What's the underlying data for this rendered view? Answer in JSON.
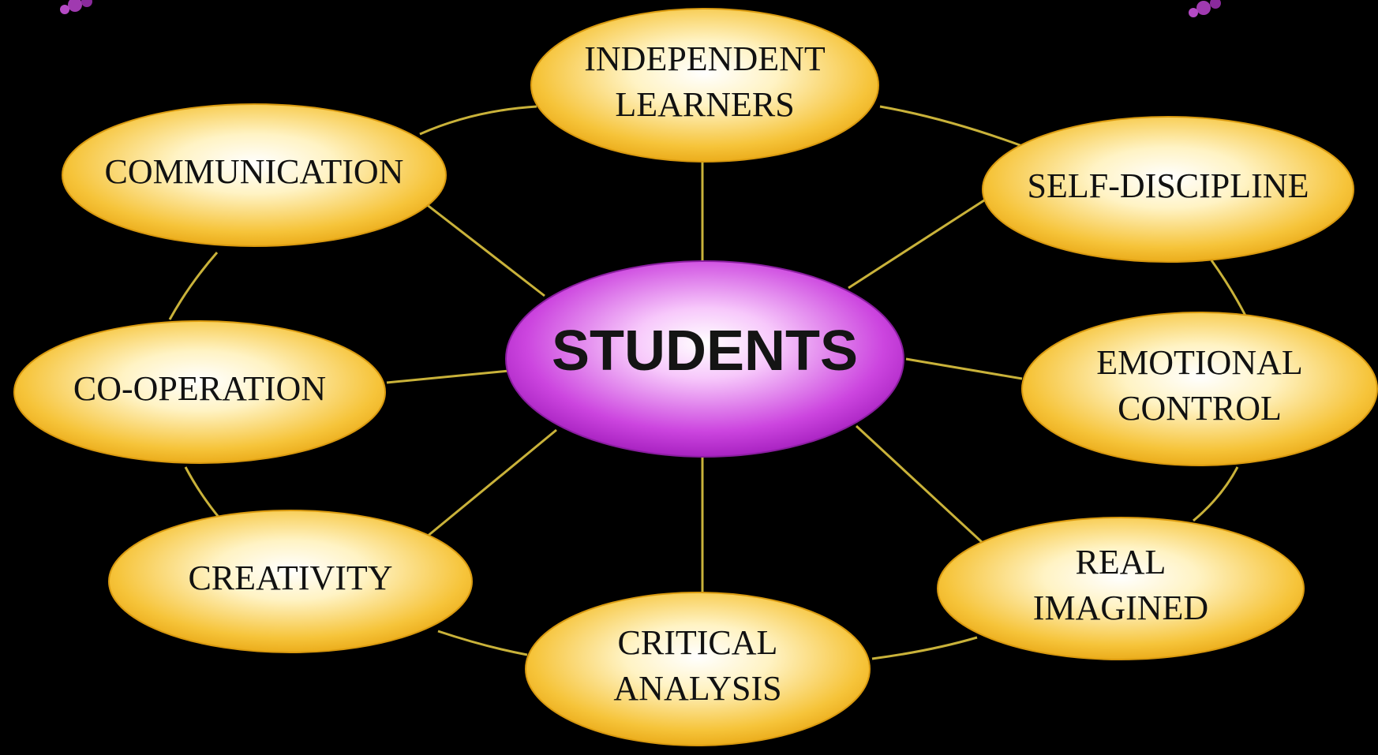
{
  "colors": {
    "background": "#000000",
    "node_fill": "#f5bf2a",
    "center_fill": "#c23ad6",
    "connector": "#c9b23a"
  },
  "center": {
    "label": "STUDENTS"
  },
  "nodes": [
    {
      "id": "independent-learners",
      "lines": [
        "INDEPENDENT",
        "LEARNERS"
      ]
    },
    {
      "id": "self-discipline",
      "lines": [
        "SELF-DISCIPLINE"
      ]
    },
    {
      "id": "emotional-control",
      "lines": [
        "EMOTIONAL",
        "CONTROL"
      ]
    },
    {
      "id": "real-imagined",
      "lines": [
        "REAL",
        "IMAGINED"
      ]
    },
    {
      "id": "critical-analysis",
      "lines": [
        "CRITICAL",
        "ANALYSIS"
      ]
    },
    {
      "id": "creativity",
      "lines": [
        "CREATIVITY"
      ]
    },
    {
      "id": "co-operation",
      "lines": [
        "CO-OPERATION"
      ]
    },
    {
      "id": "communication",
      "lines": [
        "COMMUNICATION"
      ]
    }
  ]
}
